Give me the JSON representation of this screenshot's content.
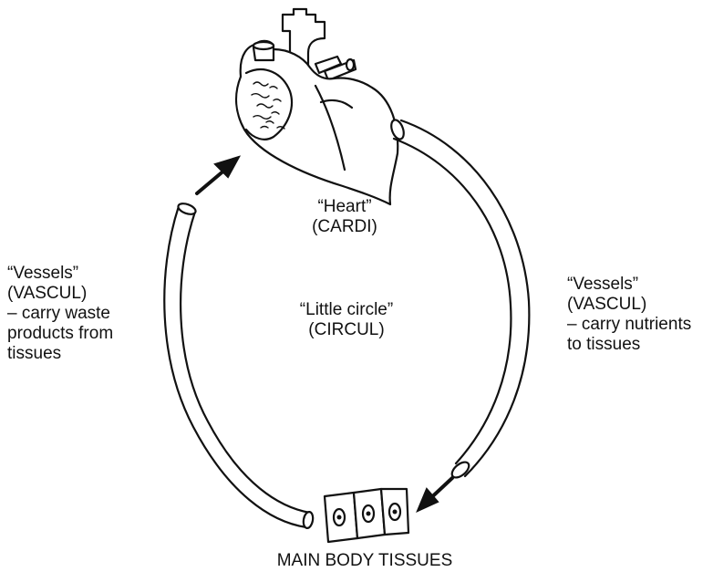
{
  "diagram": {
    "heart": {
      "line1": "“Heart”",
      "line2": "(CARDI)",
      "icon": "heart-icon"
    },
    "center": {
      "line1": "“Little circle”",
      "line2": "(CIRCUL)"
    },
    "left_vessels": {
      "line1": "“Vessels”",
      "line2": "(VASCUL)",
      "line3": "– carry waste",
      "line4": "products from",
      "line5": "tissues"
    },
    "right_vessels": {
      "line1": "“Vessels”",
      "line2": "(VASCUL)",
      "line3": "– carry nutrients",
      "line4": "to tissues"
    },
    "tissues": {
      "label": "MAIN BODY TISSUES",
      "icon": "cells-icon"
    },
    "colors": {
      "ink": "#111111",
      "background": "#ffffff"
    }
  }
}
